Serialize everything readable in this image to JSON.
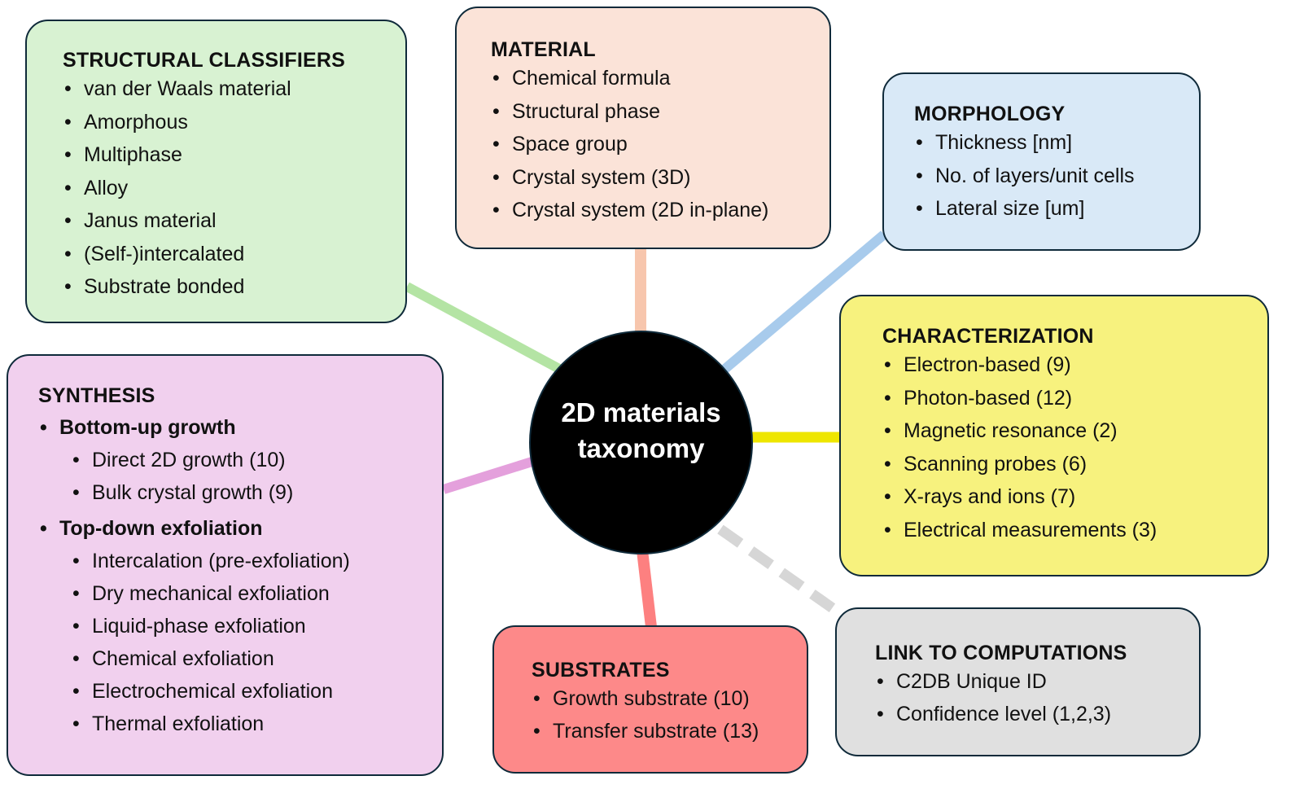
{
  "center": {
    "title": "2D materials taxonomy"
  },
  "categories": [
    {
      "id": "structural",
      "title": "STRUCTURAL CLASSIFIERS",
      "color": "#d8f2d2",
      "connector_color": "#b4e4a4",
      "connector_style": "solid",
      "items": [
        {
          "label": "van der Waals material"
        },
        {
          "label": "Amorphous"
        },
        {
          "label": "Multiphase"
        },
        {
          "label": "Alloy"
        },
        {
          "label": "Janus material"
        },
        {
          "label": "(Self-)intercalated"
        },
        {
          "label": "Substrate bonded"
        }
      ]
    },
    {
      "id": "material",
      "title": "MATERIAL",
      "color": "#fbe3d8",
      "connector_color": "#f7c6ad",
      "connector_style": "solid",
      "items": [
        {
          "label": "Chemical formula"
        },
        {
          "label": "Structural phase"
        },
        {
          "label": "Space group"
        },
        {
          "label": "Crystal system (3D)"
        },
        {
          "label": "Crystal system (2D in-plane)"
        }
      ]
    },
    {
      "id": "morphology",
      "title": "MORPHOLOGY",
      "color": "#d9e9f7",
      "connector_color": "#a8cbec",
      "connector_style": "solid",
      "items": [
        {
          "label": "Thickness [nm]"
        },
        {
          "label": "No. of layers/unit cells"
        },
        {
          "label": "Lateral size [um]"
        }
      ]
    },
    {
      "id": "characterization",
      "title": "CHARACTERIZATION",
      "color": "#f7f27e",
      "connector_color": "#eee600",
      "connector_style": "solid",
      "items": [
        {
          "label": "Electron-based (9)"
        },
        {
          "label": "Photon-based (12)"
        },
        {
          "label": "Magnetic resonance (2)"
        },
        {
          "label": "Scanning probes (6)"
        },
        {
          "label": "X-rays and ions (7)"
        },
        {
          "label": "Electrical measurements (3)"
        }
      ]
    },
    {
      "id": "synthesis",
      "title": "SYNTHESIS",
      "color": "#f1d0ee",
      "connector_color": "#e4a0dc",
      "connector_style": "solid",
      "groups": [
        {
          "label": "Bottom-up growth",
          "items": [
            {
              "label": "Direct 2D growth (10)"
            },
            {
              "label": "Bulk crystal growth (9)"
            }
          ]
        },
        {
          "label": "Top-down exfoliation",
          "items": [
            {
              "label": "Intercalation (pre-exfoliation)"
            },
            {
              "label": "Dry mechanical exfoliation"
            },
            {
              "label": "Liquid-phase exfoliation"
            },
            {
              "label": "Chemical exfoliation"
            },
            {
              "label": "Electrochemical exfoliation"
            },
            {
              "label": "Thermal exfoliation"
            }
          ]
        }
      ]
    },
    {
      "id": "substrates",
      "title": "SUBSTRATES",
      "color": "#fd8989",
      "connector_color": "#fd8080",
      "connector_style": "solid",
      "items": [
        {
          "label": "Growth substrate (10)"
        },
        {
          "label": "Transfer substrate (13)"
        }
      ]
    },
    {
      "id": "computations",
      "title": "LINK TO COMPUTATIONS",
      "color": "#e0e0e0",
      "connector_color": "#d6d6d6",
      "connector_style": "dashed",
      "items": [
        {
          "label": "C2DB Unique ID"
        },
        {
          "label": "Confidence level (1,2,3)"
        }
      ]
    }
  ]
}
